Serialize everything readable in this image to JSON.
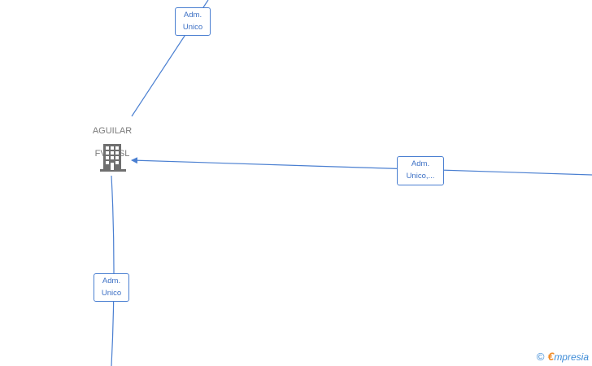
{
  "company": {
    "name_line1": "AGUILAR",
    "name_line2": "FV24  SL",
    "icon": "building-icon"
  },
  "edges": [
    {
      "id": "top",
      "line1": "Adm.",
      "line2": "Unico"
    },
    {
      "id": "right",
      "line1": "Adm.",
      "line2": "Unico,..."
    },
    {
      "id": "bottom",
      "line1": "Adm.",
      "line2": "Unico"
    }
  ],
  "watermark": {
    "copyright_symbol": "©",
    "brand_first": "€",
    "brand_rest": "mpresia"
  },
  "colors": {
    "edge": "#4a7fd1",
    "label_text": "#3b6fc4",
    "company_text": "#7a7a7a",
    "icon": "#6f6f6f",
    "brand_blue": "#3d8bd6",
    "brand_orange": "#f08a24"
  }
}
